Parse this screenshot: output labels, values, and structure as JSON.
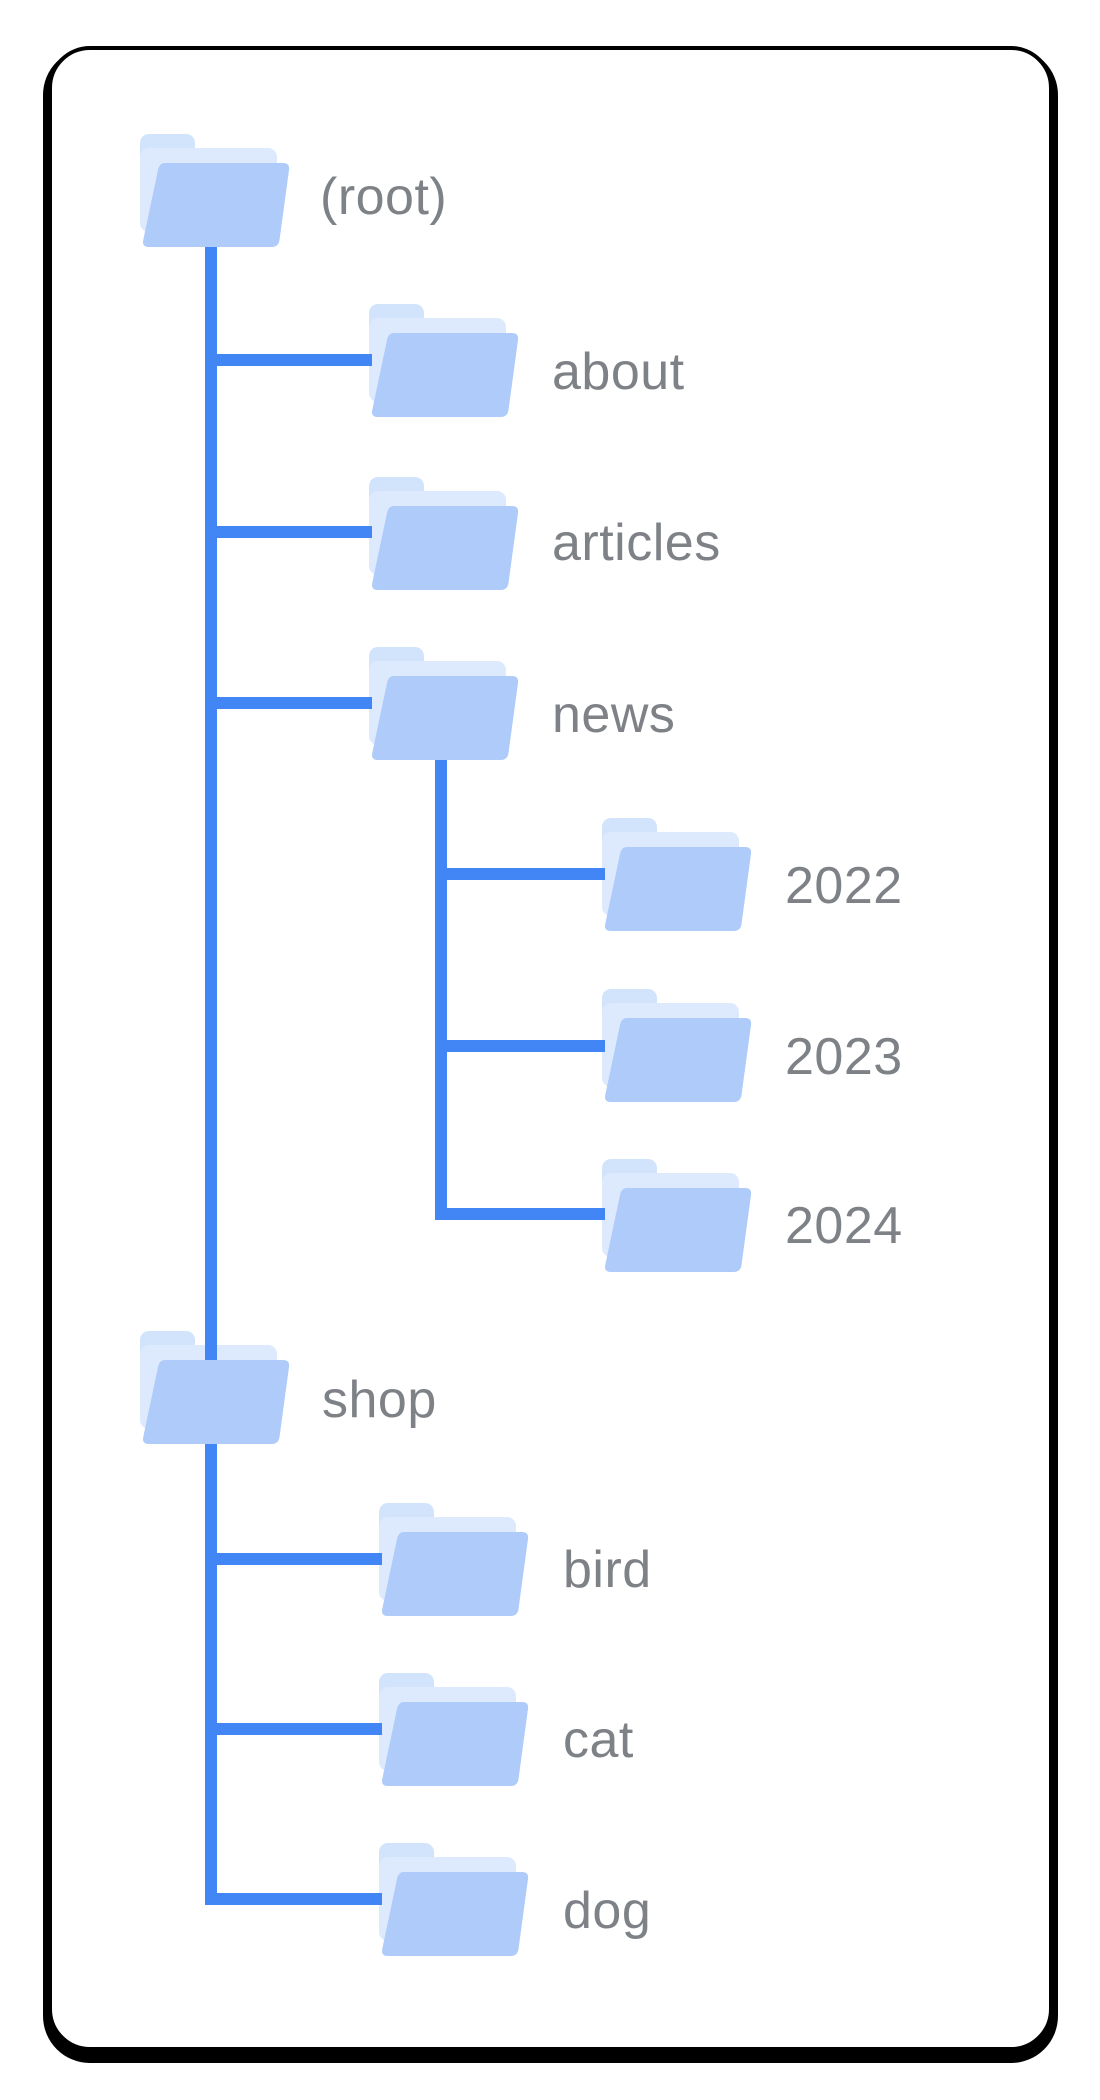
{
  "diagram": {
    "tree": {
      "label": "(root)",
      "children": [
        {
          "label": "about",
          "children": []
        },
        {
          "label": "articles",
          "children": []
        },
        {
          "label": "news",
          "children": [
            {
              "label": "2022",
              "children": []
            },
            {
              "label": "2023",
              "children": []
            },
            {
              "label": "2024",
              "children": []
            }
          ]
        },
        {
          "label": "shop",
          "children": [
            {
              "label": "bird",
              "children": []
            },
            {
              "label": "cat",
              "children": []
            },
            {
              "label": "dog",
              "children": []
            }
          ]
        }
      ]
    }
  },
  "colors": {
    "connector": "#4285f4",
    "folder_front": "#aecbfa",
    "folder_back": "#dde9fd",
    "folder_tab": "#d2e3fc",
    "label_text": "#7e8287",
    "card_border": "#000000",
    "card_background": "#ffffff"
  }
}
